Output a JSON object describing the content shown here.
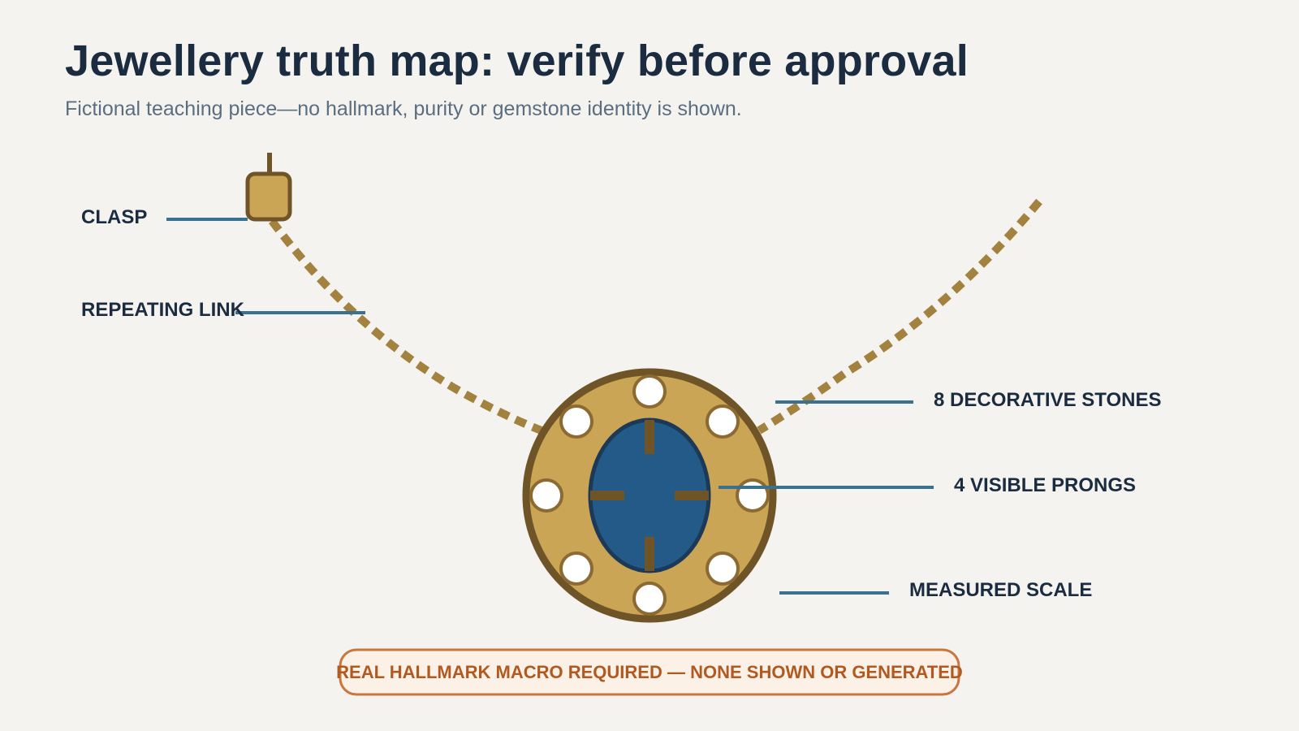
{
  "header": {
    "title": "Jewellery truth map: verify before approval",
    "subtitle": "Fictional teaching piece—no hallmark, purity or gemstone identity is shown."
  },
  "callouts": {
    "clasp": "CLASP",
    "repeating_link": "REPEATING LINK",
    "decorative_stones": "8 DECORATIVE STONES",
    "visible_prongs": "4 VISIBLE PRONGS",
    "measured_scale": "MEASURED SCALE"
  },
  "warning": {
    "text": "REAL HALLMARK MACRO REQUIRED — NONE SHOWN OR GENERATED"
  },
  "colors": {
    "background": "#f5f3ef",
    "gold": "#c9a555",
    "gold_dark": "#6e5426",
    "chain": "#a3813f",
    "gem_blue": "#245a88",
    "leader_line": "#3a7090",
    "heading": "#1b2c41",
    "warning": "#b05a22"
  }
}
